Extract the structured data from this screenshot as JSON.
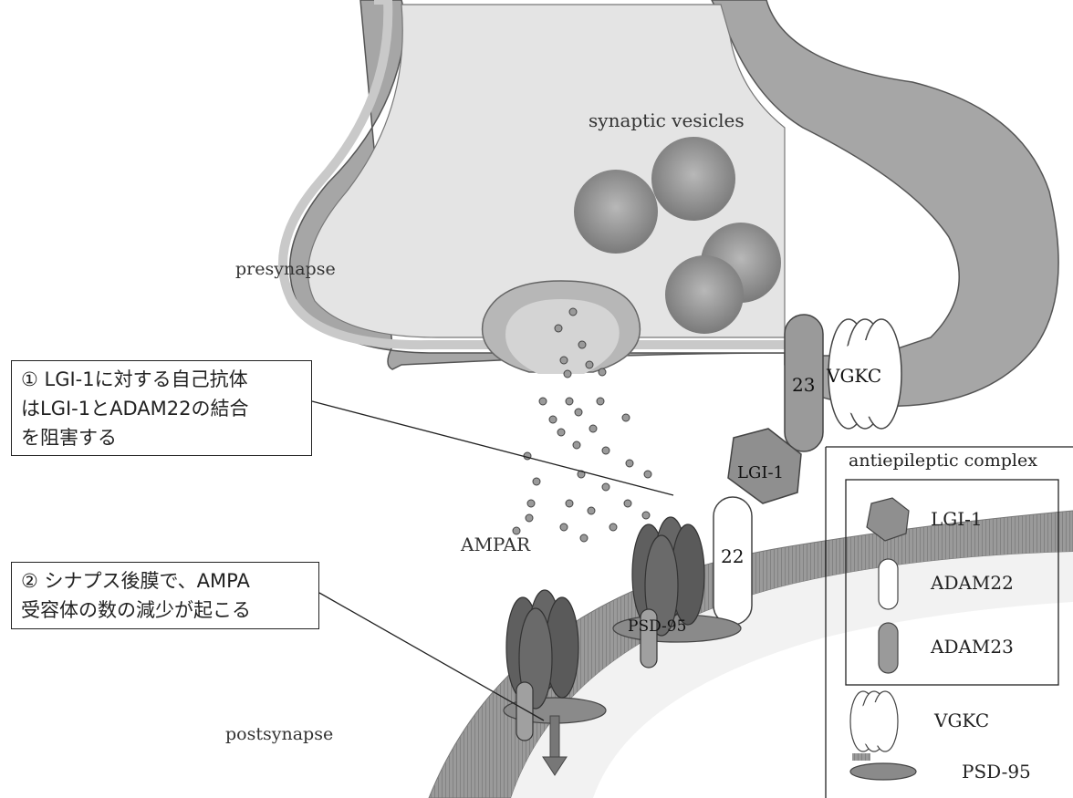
{
  "labels": {
    "synaptic_vesicles": "synaptic vesicles",
    "presynapse": "presynapse",
    "postsynapse": "postsynapse",
    "ampar": "AMPAR",
    "adam23_number": "23",
    "adam22_number": "22",
    "vgkc": "VGKC",
    "lgi1": "LGI-1",
    "psd95": "PSD-95"
  },
  "notes": [
    {
      "lines": [
        "① LGI-1に対する自己抗体",
        "はLGI-1とADAM22の結合",
        "を阻害する"
      ]
    },
    {
      "lines": [
        "② シナプス後膜で、AMPA",
        "受容体の数の減少が起こる"
      ]
    }
  ],
  "legend": {
    "title": "antiepileptic complex",
    "items": [
      {
        "label": "LGI-1",
        "icon": "hexagon-icon"
      },
      {
        "label": "ADAM22",
        "icon": "white-capsule-icon"
      },
      {
        "label": "ADAM23",
        "icon": "gray-capsule-icon"
      },
      {
        "label": "VGKC",
        "icon": "vgkc-cluster-icon"
      },
      {
        "label": "PSD-95",
        "icon": "psd95-disc-icon"
      }
    ]
  },
  "colors": {
    "membrane_outer": "#8a8a8a",
    "membrane_inner": "#b0b0b0",
    "cytoplasm": "#a9a9a9",
    "vesicle": "#8c8c8c",
    "ampar": "#5f5f5f",
    "adam23": "#999999",
    "adam22": "#ffffff",
    "lgi1": "#8f8f8f",
    "psd95": "#8a8a8a"
  }
}
